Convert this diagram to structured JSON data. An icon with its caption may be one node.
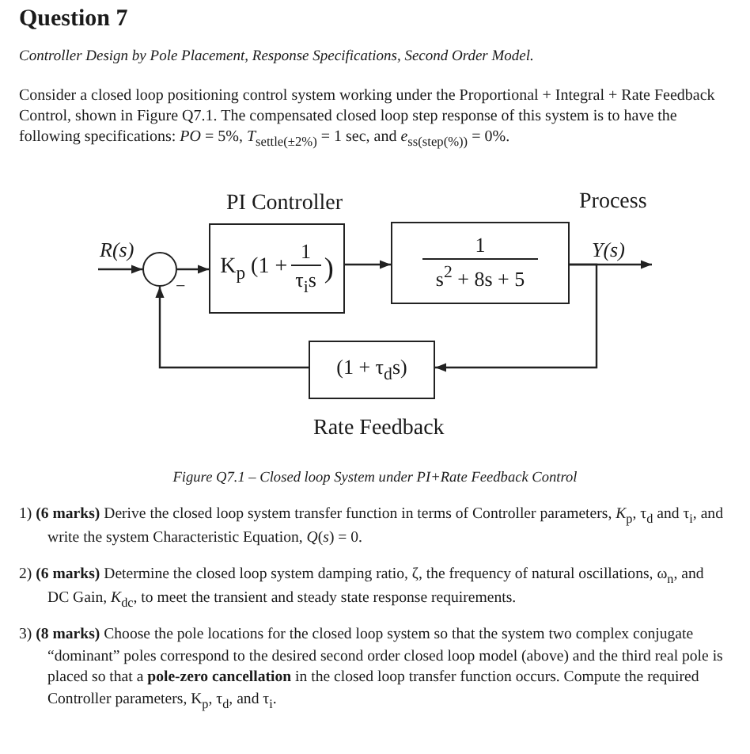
{
  "diagram": {
    "title": "Question 7",
    "caption": "Figure Q7.1 – Closed loop System under PI+Rate Feedback Control",
    "nodes": [
      {
        "text": [],
        "shape": "circle"
      },
      {
        "text": [
          "PI Controller",
          "K$_{p}$ (1 +",
          "1",
          "τ$_{i}$s",
          ")"
        ]
      },
      {
        "text": [
          "1",
          "s$^{2}$ + 8s + 5"
        ],
        "beside": [
          "Process"
        ]
      },
      {
        "text": [
          "(1 + τ$_{d}$s)"
        ],
        "beside": [
          "Rate Feedback"
        ]
      }
    ],
    "edges": [
      {
        "from": null,
        "to": 0,
        "arrow": "to",
        "label": "R(s)"
      },
      {
        "from": 0,
        "to": 1,
        "arrow": "to"
      },
      {
        "from": 1,
        "to": 2,
        "arrow": "to"
      },
      {
        "from": 2,
        "to": null,
        "arrow": "to",
        "label": "Y(s)"
      },
      {
        "from": 2,
        "to": 3,
        "arrow": "to"
      },
      {
        "from": 3,
        "to": 0,
        "arrow": "to"
      }
    ],
    "labels": [
      "Controller Design by Pole Placement, Response Specifications, Second Order Model.",
      "Consider a closed loop positioning control system working under the Proportional + Integral + Rate Feedback Control, shown in Figure Q7.1. The compensated closed loop step response of this system is to have the following specifications: *PO* = 5%, *T*$_{settle(±2%)}$ = 1 sec, and *e*$_{ss(step(%))}$ = 0%.",
      "−",
      "1) **(6 marks)** Derive the closed loop system transfer function in terms of Controller parameters, *K*$_{p}$, τ$_{d}$ and τ$_{i}$, and write the system Characteristic Equation, *Q*(*s*) = 0.",
      "2) **(6 marks)** Determine the closed loop system damping ratio, ζ, the frequency of natural oscillations, ω$_{n}$, and DC Gain, *K*$_{dc}$, to meet the transient and steady state response requirements.",
      "3) **(8 marks)** Choose the pole locations for the closed loop system so that the system two complex conjugate “dominant” poles correspond to the desired second order closed loop model (above) and the third real pole is placed so that a **pole-zero cancellation** in the closed loop transfer function occurs. Compute the required Controller parameters, K$_{p}$, τ$_{d}$, and τ$_{i}$."
    ]
  }
}
